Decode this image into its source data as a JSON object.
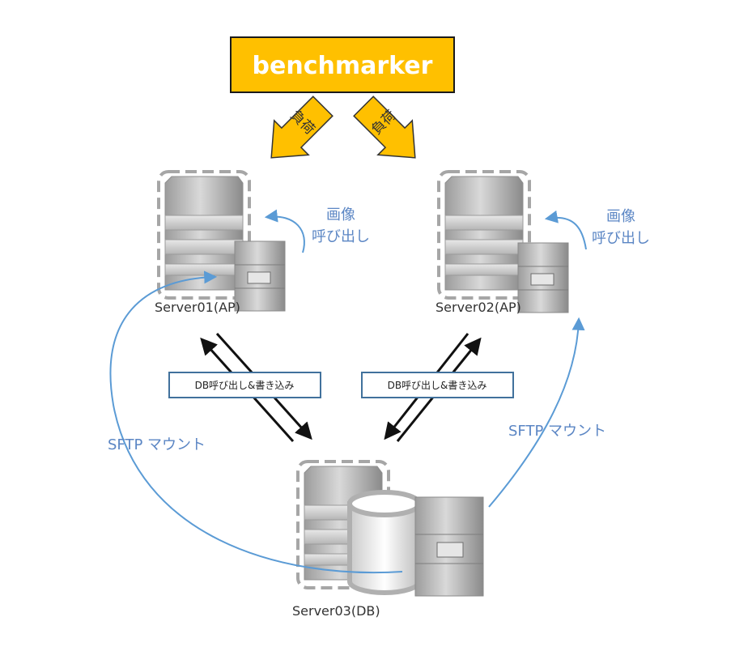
{
  "title": "benchmarker",
  "load_arrows": {
    "left": "負荷",
    "right": "負荷"
  },
  "servers": {
    "ap1": "Server01(AP)",
    "ap2": "Server02(AP)",
    "db": "Server03(DB)"
  },
  "image_call": {
    "left": {
      "line1": "画像",
      "line2": "呼び出し"
    },
    "right": {
      "line1": "画像",
      "line2": "呼び出し"
    }
  },
  "db_access": {
    "left": "DB呼び出し&書き込み",
    "right": "DB呼び出し&書き込み"
  },
  "sftp": {
    "left": "SFTP マウント",
    "right": "SFTP マウント"
  },
  "colors": {
    "title_fill": "#ffc000",
    "accent_blue": "#5b9bd5",
    "text_blue": "#5b86c4",
    "box_border": "#41719c"
  }
}
